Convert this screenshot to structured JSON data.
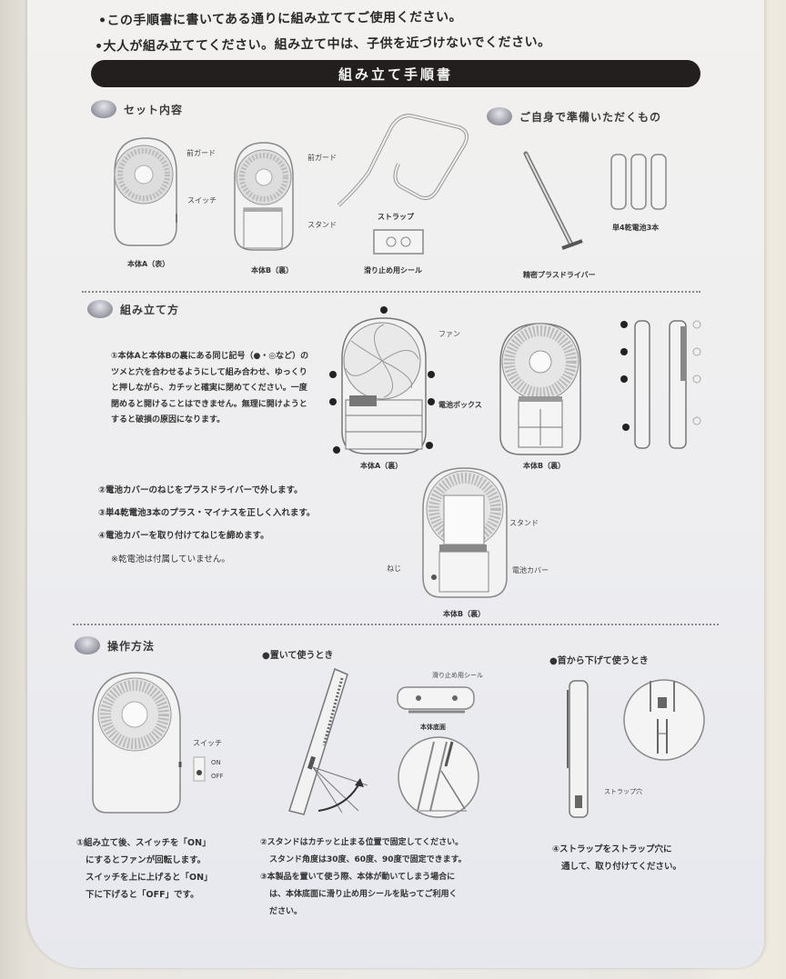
{
  "document": {
    "type": "instruction_sheet_photo",
    "subject": "handheld fan assembly instructions"
  },
  "notices": [
    "•この手順書に書いてある通りに組み立ててご使用ください。",
    "•大人が組み立ててください。組み立て中は、子供を近づけないでください。"
  ],
  "banner": {
    "title": "組み立て手順書"
  },
  "set_contents": {
    "title": "セット内容",
    "items": [
      {
        "label": "本体A（表）",
        "callouts": [
          "前ガード",
          "スイッチ"
        ]
      },
      {
        "label": "本体B（裏）",
        "callouts": [
          "前ガード",
          "スタンド"
        ]
      },
      {
        "label": "ストラップ"
      },
      {
        "label": "滑り止め用シール"
      }
    ]
  },
  "user_supplied": {
    "title": "ご自身で準備いただくもの",
    "items": [
      {
        "label": "精密プラスドライバー"
      },
      {
        "label": "単4乾電池3本"
      }
    ]
  },
  "assembly": {
    "title": "組み立て方",
    "steps": [
      "①本体Aと本体Bの裏にある同じ記号（●・◎など）のツメと穴を合わせるようにして組み合わせ、ゆっくりと押しながら、カチッと確実に閉めてください。一度閉めると開けることはできません。無理に開けようとすると破損の原因になります。",
      "②電池カバーのねじをプラスドライバーで外します。",
      "③単4乾電池3本のプラス・マイナスを正しく入れます。",
      "④電池カバーを取り付けてねじを締めます。"
    ],
    "note": "※乾電池は付属していません。",
    "diagram_labels": {
      "fan": "ファン",
      "battery_box": "電池ボックス",
      "body_a": "本体A（裏）",
      "body_b": "本体B（裏）",
      "stand": "スタンド",
      "screw": "ねじ",
      "battery_cover": "電池カバー",
      "body_b_back": "本体B（裏）"
    }
  },
  "operation": {
    "title": "操作方法",
    "switch_label": "スイッチ",
    "on_label": "ON",
    "off_label": "OFF",
    "standing_title": "●置いて使うとき",
    "hanging_title": "●首から下げて使うとき",
    "anti_slip_label": "滑り止め用シール",
    "body_bottom_label": "本体底面",
    "strap_hole_label": "ストラップ穴",
    "steps_col1": [
      "①組み立て後、スイッチを「ON」",
      "にするとファンが回転します。",
      "スイッチを上に上げると「ON」",
      "下に下げると「OFF」です。"
    ],
    "steps_col2": [
      "②スタンドはカチッと止まる位置で固定してください。",
      "スタンド角度は30度、60度、90度で固定できます。",
      "③本製品を置いて使う際、本体が動いてしまう場合に",
      "は、本体底面に滑り止め用シールを貼ってご利用く",
      "ださい。"
    ],
    "steps_col3": [
      "④ストラップをストラップ穴に",
      "通して、取り付けてください。"
    ]
  },
  "colors": {
    "banner_bg": "#231f1e",
    "paper": "#efeff0",
    "background": "#e8e5df",
    "ink": "#2b2b2b"
  }
}
